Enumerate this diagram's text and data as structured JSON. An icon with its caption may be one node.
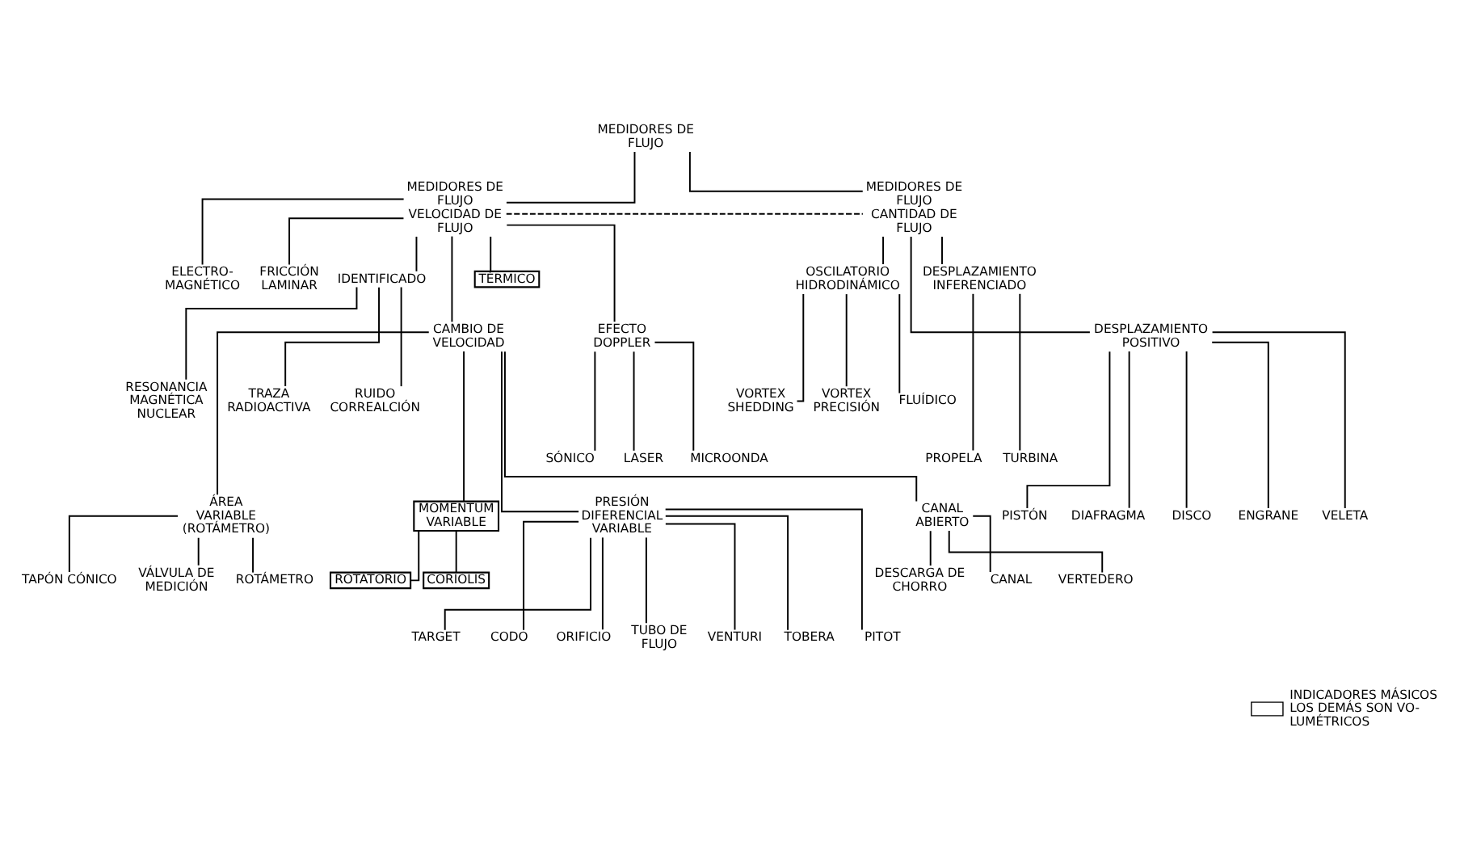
{
  "diagram": {
    "nodes": [
      {
        "text": [
          "MEDIDORES DE FLUJO"
        ]
      },
      {
        "text": [
          "MEDIDORES DE FLUJO VELOCIDAD DE FLUJO"
        ]
      },
      {
        "text": [
          "MEDIDORES DE FLUJO CANTIDAD DE FLUJO"
        ]
      },
      {
        "text": [
          "ELECTRO- MAGNÉTICO"
        ]
      },
      {
        "text": [
          "FRICCIÓN LAMINAR"
        ]
      },
      {
        "text": [
          "IDENTIFICADO"
        ]
      },
      {
        "text": [
          "CAMBIO DE VELOCIDAD"
        ]
      },
      {
        "text": [
          "TÉRMICO"
        ]
      },
      {
        "text": [
          "EFECTO DOPPLER"
        ]
      },
      {
        "text": [
          "OSCILATORIO HIDRODINÁMICO"
        ]
      },
      {
        "text": [
          "DESPLAZAMIENTO INFERENCIADO"
        ]
      },
      {
        "text": [
          "DESPLAZAMIENTO POSITIVO"
        ]
      },
      {
        "text": [
          "RESONANCIA MAGNÉTICA NUCLEAR"
        ]
      },
      {
        "text": [
          "TRAZA RADIOACTIVA"
        ]
      },
      {
        "text": [
          "RUIDO CORREALCIÓN"
        ]
      },
      {
        "text": [
          "VORTEX SHEDDING"
        ]
      },
      {
        "text": [
          "VORTEX PRECISIÓN"
        ]
      },
      {
        "text": [
          "FLUÍDICO"
        ]
      },
      {
        "text": [
          "SÓNICO"
        ]
      },
      {
        "text": [
          "LASER"
        ]
      },
      {
        "text": [
          "MICROONDA"
        ]
      },
      {
        "text": [
          "PROPELA"
        ]
      },
      {
        "text": [
          "TURBINA"
        ]
      },
      {
        "text": [
          "ÁREA VARIABLE (ROTÁMETRO)"
        ]
      },
      {
        "text": [
          "MOMENTUM VARIABLE"
        ]
      },
      {
        "text": [
          "PRESIÓN DIFERENCIAL VARIABLE"
        ]
      },
      {
        "text": [
          "CANAL ABIERTO"
        ]
      },
      {
        "text": [
          "PISTÓN"
        ]
      },
      {
        "text": [
          "DIAFRAGMA"
        ]
      },
      {
        "text": [
          "DISCO"
        ]
      },
      {
        "text": [
          "ENGRANE"
        ]
      },
      {
        "text": [
          "VELETA"
        ]
      },
      {
        "text": [
          "ROTATORIO"
        ]
      },
      {
        "text": [
          "CORIOLIS"
        ]
      },
      {
        "text": [
          "TAPÓN CÓNICO"
        ]
      },
      {
        "text": [
          "VÁLVULA DE MEDICIÓN"
        ]
      },
      {
        "text": [
          "ROTÁMETRO"
        ]
      },
      {
        "text": [
          "DESCARGA DE CHORRO"
        ]
      },
      {
        "text": [
          "CANAL"
        ]
      },
      {
        "text": [
          "VERTEDERO"
        ]
      },
      {
        "text": [
          "TARGET"
        ]
      },
      {
        "text": [
          "CODO"
        ]
      },
      {
        "text": [
          "ORIFICIO"
        ]
      },
      {
        "text": [
          "TUBO DE FLUJO"
        ]
      },
      {
        "text": [
          "VENTURI"
        ]
      },
      {
        "text": [
          "TOBERA"
        ]
      },
      {
        "text": [
          "PITOT"
        ]
      }
    ],
    "edges": [
      {
        "from": 0,
        "to": 1,
        "arrow": "none"
      },
      {
        "from": 0,
        "to": 2,
        "arrow": "none"
      },
      {
        "from": 1,
        "to": 2,
        "arrow": "none",
        "style": "dashed"
      },
      {
        "from": 1,
        "to": 3,
        "arrow": "none"
      },
      {
        "from": 1,
        "to": 4,
        "arrow": "none"
      },
      {
        "from": 1,
        "to": 5,
        "arrow": "none"
      },
      {
        "from": 1,
        "to": 6,
        "arrow": "none"
      },
      {
        "from": 1,
        "to": 7,
        "arrow": "none"
      },
      {
        "from": 1,
        "to": 8,
        "arrow": "none"
      },
      {
        "from": 2,
        "to": 9,
        "arrow": "none"
      },
      {
        "from": 2,
        "to": 10,
        "arrow": "none"
      },
      {
        "from": 2,
        "to": 11,
        "arrow": "none"
      },
      {
        "from": 5,
        "to": 12,
        "arrow": "none"
      },
      {
        "from": 5,
        "to": 13,
        "arrow": "none"
      },
      {
        "from": 5,
        "to": 14,
        "arrow": "none"
      },
      {
        "from": 9,
        "to": 15,
        "arrow": "none"
      },
      {
        "from": 9,
        "to": 16,
        "arrow": "none"
      },
      {
        "from": 9,
        "to": 17,
        "arrow": "none"
      },
      {
        "from": 8,
        "to": 18,
        "arrow": "none"
      },
      {
        "from": 8,
        "to": 19,
        "arrow": "none"
      },
      {
        "from": 8,
        "to": 20,
        "arrow": "none"
      },
      {
        "from": 10,
        "to": 21,
        "arrow": "none"
      },
      {
        "from": 10,
        "to": 22,
        "arrow": "none"
      },
      {
        "from": 6,
        "to": 23,
        "arrow": "none"
      },
      {
        "from": 6,
        "to": 24,
        "arrow": "none"
      },
      {
        "from": 6,
        "to": 25,
        "arrow": "none"
      },
      {
        "from": 6,
        "to": 26,
        "arrow": "none"
      },
      {
        "from": 11,
        "to": 27,
        "arrow": "none"
      },
      {
        "from": 11,
        "to": 28,
        "arrow": "none"
      },
      {
        "from": 11,
        "to": 29,
        "arrow": "none"
      },
      {
        "from": 11,
        "to": 30,
        "arrow": "none"
      },
      {
        "from": 11,
        "to": 31,
        "arrow": "none"
      },
      {
        "from": 24,
        "to": 32,
        "arrow": "none"
      },
      {
        "from": 24,
        "to": 33,
        "arrow": "none"
      },
      {
        "from": 23,
        "to": 34,
        "arrow": "none"
      },
      {
        "from": 23,
        "to": 35,
        "arrow": "none"
      },
      {
        "from": 23,
        "to": 36,
        "arrow": "none"
      },
      {
        "from": 26,
        "to": 37,
        "arrow": "none"
      },
      {
        "from": 26,
        "to": 38,
        "arrow": "none"
      },
      {
        "from": 26,
        "to": 39,
        "arrow": "none"
      },
      {
        "from": 25,
        "to": 40,
        "arrow": "none"
      },
      {
        "from": 25,
        "to": 41,
        "arrow": "none"
      },
      {
        "from": 25,
        "to": 42,
        "arrow": "none"
      },
      {
        "from": 25,
        "to": 43,
        "arrow": "none"
      },
      {
        "from": 25,
        "to": 44,
        "arrow": "none"
      },
      {
        "from": 25,
        "to": 45,
        "arrow": "none"
      },
      {
        "from": 25,
        "to": 46,
        "arrow": "none"
      }
    ],
    "legend": [
      {
        "text": "INDICADORES MÁSICOS LOS DEMÁS SON VO- LUMÉTRICOS"
      }
    ]
  }
}
